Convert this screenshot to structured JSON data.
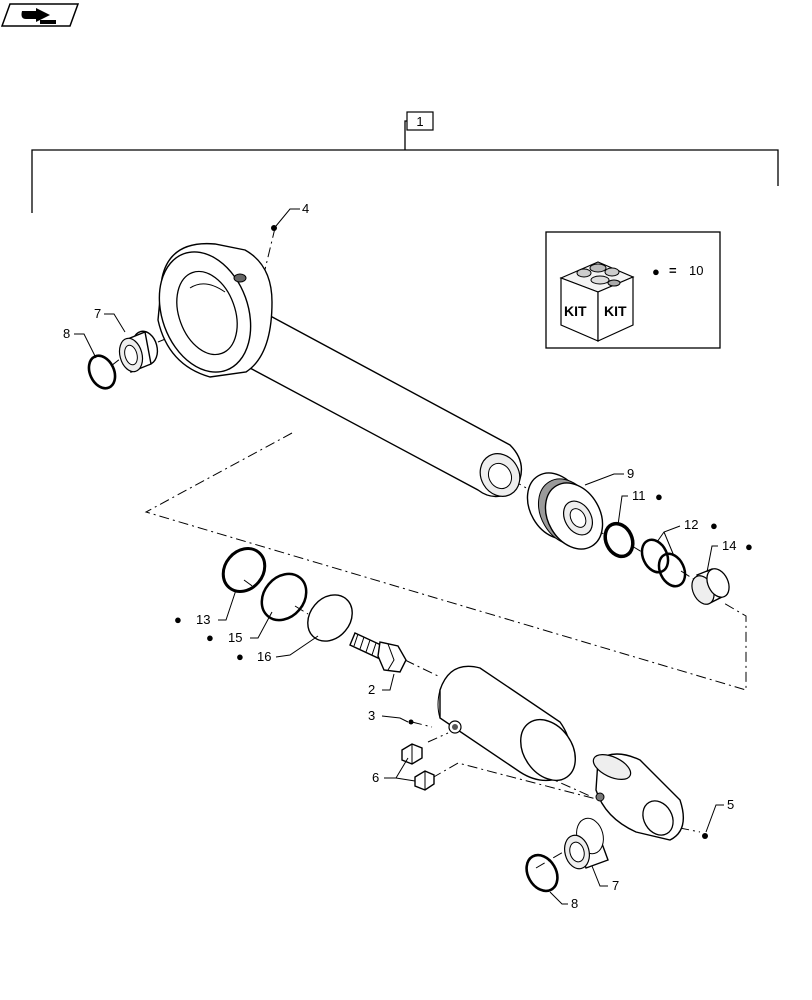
{
  "nav": {
    "icon": "back-arrow-icon"
  },
  "assembly": {
    "number": "1"
  },
  "kit": {
    "icon": "kit-box-icon",
    "word_left": "KIT",
    "word_right": "KIT",
    "legend_symbol": "●",
    "legend_equals": "=",
    "legend_value": "10"
  },
  "parts": {
    "p2": "2",
    "p3": "3",
    "p4": "4",
    "p5": "5",
    "p6": "6",
    "p7a": "7",
    "p7b": "7",
    "p8a": "8",
    "p8b": "8",
    "p9": "9",
    "p11": "11",
    "p12": "12",
    "p13": "13",
    "p14": "14",
    "p15": "15",
    "p16": "16"
  },
  "kit_marker": "●"
}
